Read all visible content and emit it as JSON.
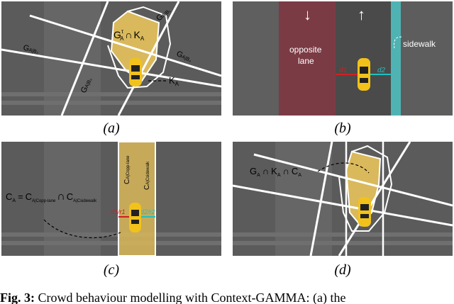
{
  "figure": {
    "panels": [
      {
        "id": "a",
        "sub_label": "(a)",
        "labels": {
          "intersection": "G",
          "intersection_sup": "τ",
          "intersection_sub": "A",
          "cap": "∩",
          "ka": "K",
          "ka_sub": "A",
          "gb1": "G",
          "gb1_sup": "τ",
          "gb1_sub": "A|B₁",
          "gb2": "G",
          "gb2_sup": "τ",
          "gb2_sub": "A|B₂",
          "gb3": "G",
          "gb3_sup": "τ",
          "gb3_sub": "A|B₃",
          "gb4": "G",
          "gb4_sup": "τ",
          "gb4_sub": "A|B₄",
          "ka_pointer": "K",
          "ka_pointer_sub": "A"
        }
      },
      {
        "id": "b",
        "sub_label": "(b)",
        "labels": {
          "opposite_line1": "opposite",
          "opposite_line2": "lane",
          "sidewalk": "sidewalk",
          "d1": "d1",
          "d2": "d2",
          "down_arrow": "↓",
          "up_arrow": "↑"
        }
      },
      {
        "id": "c",
        "sub_label": "(c)",
        "labels": {
          "ca": "C",
          "ca_sub": "A",
          "equals": "=",
          "c_opp": "C",
          "c_opp_sup": "r1",
          "c_opp_sub": "A|Copp-lane",
          "cap": "∩",
          "c_side": "C",
          "c_side_sup": "r2",
          "c_side_sub": "A|Csidewalk",
          "vert1": "C",
          "vert1_sup": "r1",
          "vert1_sub": "A|Copp-lane",
          "vert2": "C",
          "vert2_sup": "r2",
          "vert2_sub": "A|Csidewalk",
          "d1r1": "d1/r1",
          "d2r2": "d2/r2"
        }
      },
      {
        "id": "d",
        "sub_label": "(d)",
        "labels": {
          "g": "G",
          "g_sup": "τ",
          "g_sub": "A",
          "cap1": "∩",
          "k": "K",
          "k_sub": "A",
          "cap2": "∩",
          "c": "C",
          "c_sub": "A"
        }
      }
    ],
    "caption": {
      "fig_label": "Fig. 3:",
      "text": " Crowd behaviour modelling with Context-GAMMA: (a) the"
    },
    "colors": {
      "road": "#5a5a5a",
      "sidewalk_stripe": "#6b6b6b",
      "polygon_fill": "#d8b85a",
      "opposite_lane": "#7a3a44",
      "sidewalk_cyan": "#4fb3b3",
      "car": "#f2c21b",
      "d1_red": "#d02020",
      "d2_cyan": "#20c0c0"
    }
  }
}
